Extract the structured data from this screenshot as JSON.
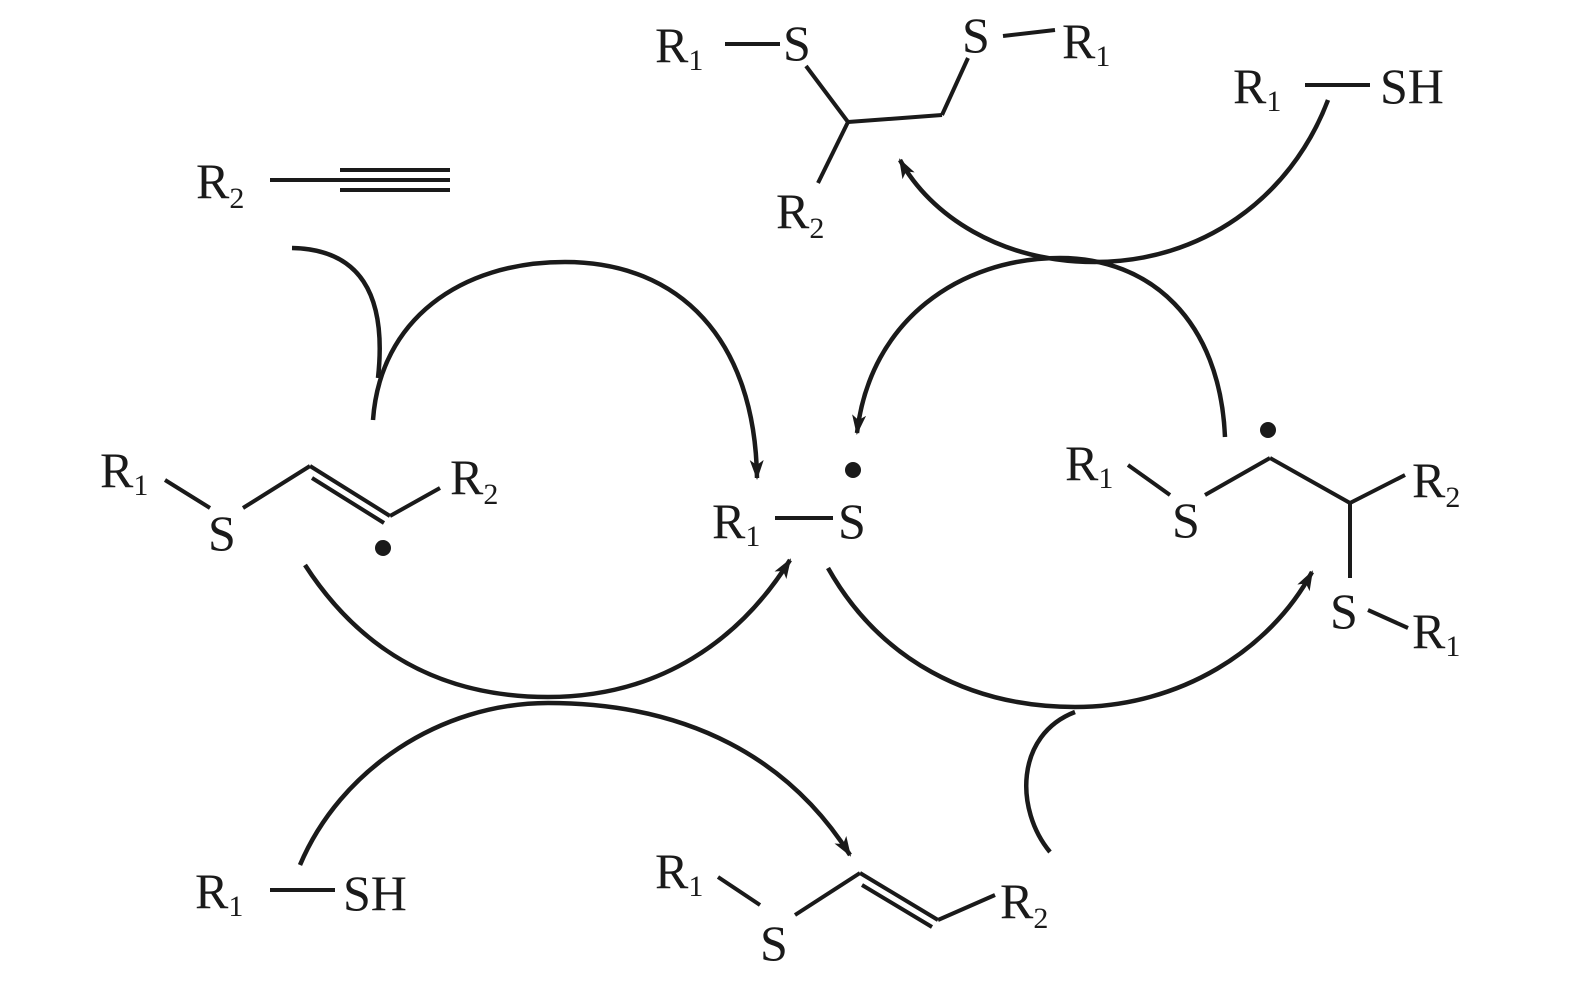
{
  "atoms": {
    "R": "R",
    "S": "S",
    "SH": "SH",
    "one": "1",
    "two": "2"
  },
  "species": [
    "dithioether-product",
    "thiol-top",
    "alkyne",
    "vinyl-radical",
    "thiyl-radical",
    "carbon-radical",
    "thiol-bottom",
    "vinyl-sulfide"
  ],
  "colors": {
    "ink": "#1a1a1a",
    "background": "#ffffff"
  }
}
